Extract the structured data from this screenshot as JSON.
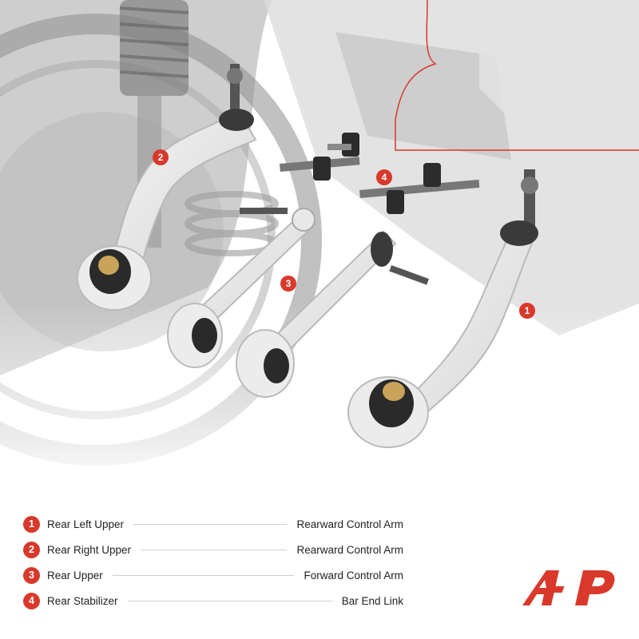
{
  "markers": [
    "2",
    "4",
    "3",
    "1"
  ],
  "legend": [
    {
      "num": "1",
      "left": "Rear Left Upper",
      "right": "Rearward Control Arm"
    },
    {
      "num": "2",
      "left": "Rear Right Upper",
      "right": "Rearward Control Arm"
    },
    {
      "num": "3",
      "left": "Rear Upper",
      "right": "Forward Control Arm"
    },
    {
      "num": "4",
      "left": "Rear Stabilizer",
      "right": "Bar End Link"
    }
  ],
  "colors": {
    "accent": "#d8392b",
    "background": "#ffffff",
    "scene_gray": "#c9c9c9"
  },
  "logo": {
    "icon": "brand-logo-icon"
  }
}
